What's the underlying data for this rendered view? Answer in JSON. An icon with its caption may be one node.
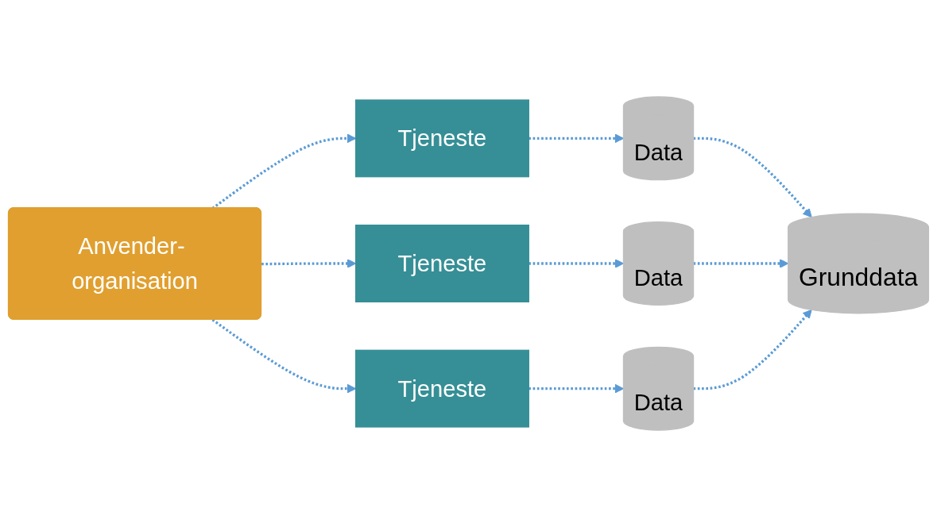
{
  "diagram": {
    "nodes": [
      {
        "text": [
          "Anvender- organisation"
        ]
      },
      {
        "text": [
          "Tjeneste"
        ]
      },
      {
        "text": [
          "Tjeneste"
        ]
      },
      {
        "text": [
          "Tjeneste"
        ]
      },
      {
        "text": [
          "Data"
        ]
      },
      {
        "text": [
          "Data"
        ]
      },
      {
        "text": [
          "Data"
        ]
      },
      {
        "text": [
          "Grunddata"
        ]
      }
    ],
    "edges": [
      {
        "from": 0,
        "to": 1,
        "arrow": "to",
        "style": "dashed"
      },
      {
        "from": 0,
        "to": 2,
        "arrow": "to",
        "style": "dashed"
      },
      {
        "from": 0,
        "to": 3,
        "arrow": "to",
        "style": "dashed"
      },
      {
        "from": 1,
        "to": 4,
        "arrow": "to",
        "style": "dashed"
      },
      {
        "from": 2,
        "to": 5,
        "arrow": "to",
        "style": "dashed"
      },
      {
        "from": 3,
        "to": 6,
        "arrow": "to",
        "style": "dashed"
      },
      {
        "from": 4,
        "to": 7,
        "arrow": "to",
        "style": "dashed"
      },
      {
        "from": 5,
        "to": 7,
        "arrow": "to",
        "style": "dashed"
      },
      {
        "from": 6,
        "to": 7,
        "arrow": "to",
        "style": "dashed"
      }
    ]
  }
}
